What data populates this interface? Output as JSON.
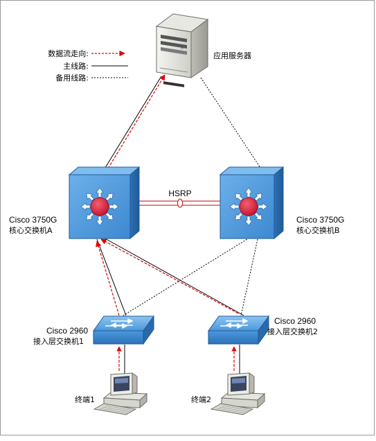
{
  "legend": {
    "data_flow_label": "数据流走向:",
    "main_line_label": "主线路:",
    "backup_line_label": "备用线路:"
  },
  "nodes": {
    "server": {
      "label": "应用服务器"
    },
    "core_a": {
      "model": "Cisco 3750G",
      "role": "核心交换机A"
    },
    "core_b": {
      "model": "Cisco 3750G",
      "role": "核心交换机B"
    },
    "access_1": {
      "model": "Cisco 2960",
      "role": "接入层交换机1"
    },
    "access_2": {
      "model": "Cisco 2960",
      "role": "接入层交换机2"
    },
    "terminal_1": {
      "label": "终端1"
    },
    "terminal_2": {
      "label": "终端2"
    }
  },
  "links": {
    "hsrp_label": "HSRP"
  },
  "colors": {
    "data_flow": "#e00000",
    "main_line": "#000000",
    "backup_line": "#000000",
    "switch_blue": "#3f8ed6",
    "switch_center": "#d0203a"
  }
}
